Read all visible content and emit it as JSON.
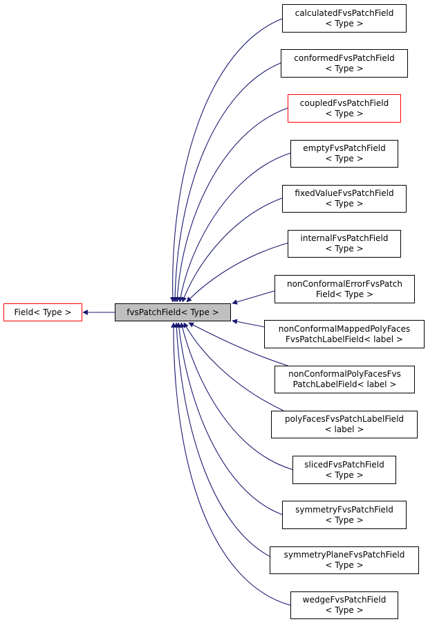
{
  "diagram": {
    "type": "inheritance-graph",
    "edge_color": "#191970",
    "base": {
      "label": "Field< Type >",
      "border_color": "#ff0000"
    },
    "focus": {
      "label": "fvsPatchField< Type >",
      "fill": "#bfbfbf"
    },
    "derived": [
      {
        "line1": "calculatedFvsPatchField",
        "line2": "< Type >"
      },
      {
        "line1": "conformedFvsPatchField",
        "line2": "< Type >"
      },
      {
        "line1": "coupledFvsPatchField",
        "line2": "< Type >",
        "border_color": "#ff0000"
      },
      {
        "line1": "emptyFvsPatchField",
        "line2": "< Type >"
      },
      {
        "line1": "fixedValueFvsPatchField",
        "line2": "< Type >"
      },
      {
        "line1": "internalFvsPatchField",
        "line2": "< Type >"
      },
      {
        "line1": "nonConformalErrorFvsPatch",
        "line2": "Field< Type >"
      },
      {
        "line1": "nonConformalMappedPolyFaces",
        "line2": "FvsPatchLabelField< label >"
      },
      {
        "line1": "nonConformalPolyFacesFvs",
        "line2": "PatchLabelField< label >"
      },
      {
        "line1": "polyFacesFvsPatchLabelField",
        "line2": "< label >"
      },
      {
        "line1": "slicedFvsPatchField",
        "line2": "< Type >"
      },
      {
        "line1": "symmetryFvsPatchField",
        "line2": "< Type >"
      },
      {
        "line1": "symmetryPlaneFvsPatchField",
        "line2": "< Type >"
      },
      {
        "line1": "wedgeFvsPatchField",
        "line2": "< Type >"
      }
    ]
  }
}
